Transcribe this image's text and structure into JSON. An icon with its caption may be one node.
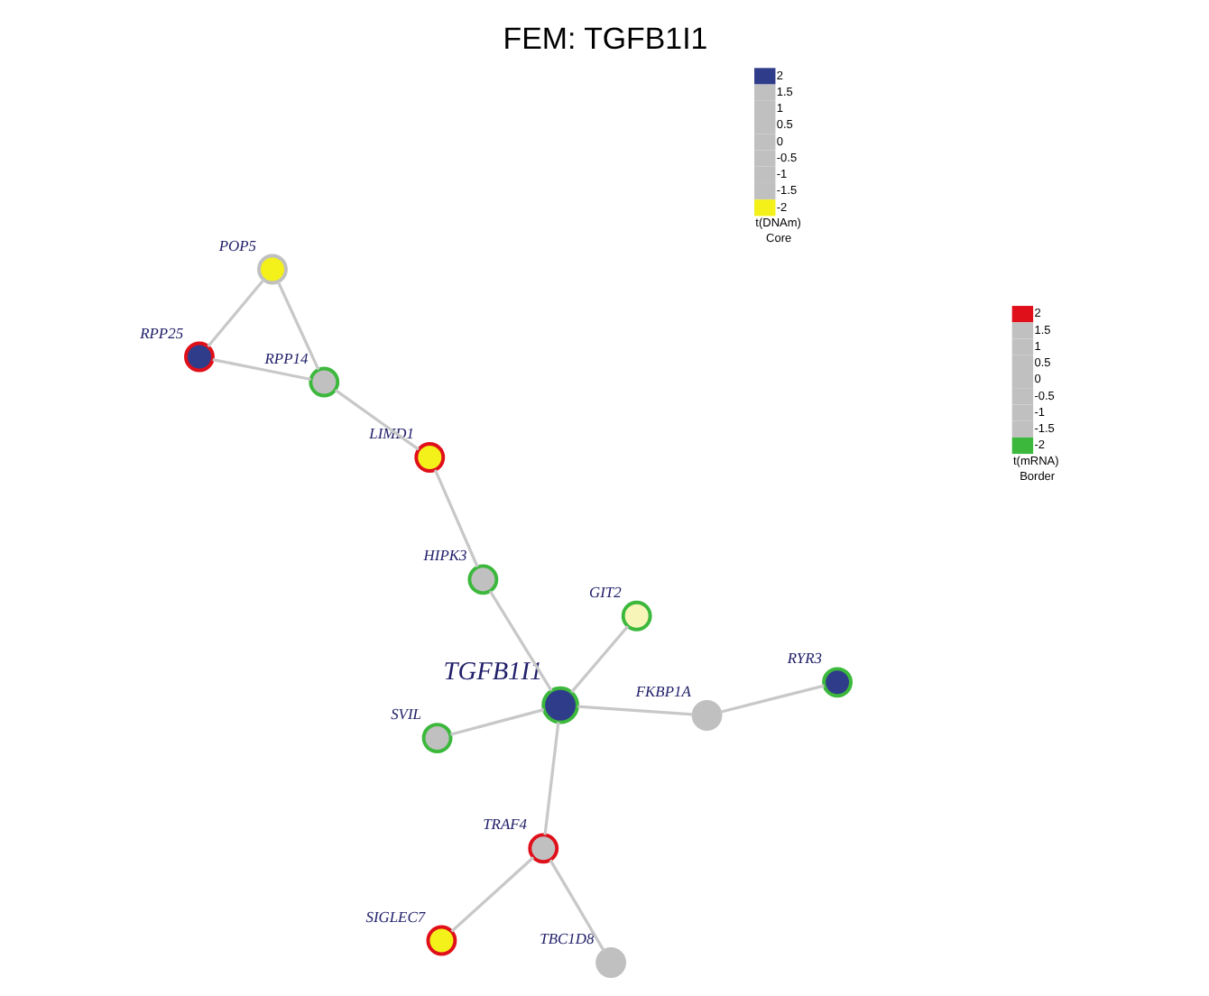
{
  "diagram": {
    "title": "FEM: TGFB1I1",
    "nodes": [
      {
        "text": [],
        "shape": "circle",
        "beside": [
          "RPP25"
        ]
      },
      {
        "text": [],
        "shape": "circle",
        "beside": [
          "POP5"
        ]
      },
      {
        "text": [],
        "shape": "circle",
        "beside": [
          "RPP14"
        ]
      },
      {
        "text": [],
        "shape": "circle",
        "beside": [
          "LIMD1"
        ]
      },
      {
        "text": [],
        "shape": "circle",
        "beside": [
          "HIPK3"
        ]
      },
      {
        "text": [],
        "shape": "circle",
        "beside": [
          "SIGLEC7"
        ]
      },
      {
        "text": [],
        "shape": "circle",
        "beside": [
          "TRAF4"
        ]
      },
      {
        "text": [],
        "shape": "circle",
        "beside": [
          "TBC1D8"
        ]
      },
      {
        "text": [],
        "shape": "circle",
        "beside": [
          "TGFB1I1"
        ]
      },
      {
        "text": [],
        "shape": "circle",
        "beside": [
          "RYR3"
        ]
      },
      {
        "text": [],
        "shape": "circle",
        "beside": [
          "FKBP1A"
        ]
      },
      {
        "text": [],
        "shape": "circle",
        "beside": [
          "SVIL"
        ]
      },
      {
        "text": [],
        "shape": "circle",
        "beside": [
          "GIT2"
        ]
      }
    ],
    "edges": [
      {
        "from": 0,
        "to": 1,
        "arrow": "none"
      },
      {
        "from": 0,
        "to": 2,
        "arrow": "none"
      },
      {
        "from": 2,
        "to": 1,
        "arrow": "none"
      },
      {
        "from": 2,
        "to": 3,
        "arrow": "none"
      },
      {
        "from": 3,
        "to": 4,
        "arrow": "none"
      },
      {
        "from": 4,
        "to": 8,
        "arrow": "none"
      },
      {
        "from": 8,
        "to": 6,
        "arrow": "none"
      },
      {
        "from": 6,
        "to": 5,
        "arrow": "none"
      },
      {
        "from": 6,
        "to": 7,
        "arrow": "none"
      },
      {
        "from": 8,
        "to": 10,
        "arrow": "none"
      },
      {
        "from": 10,
        "to": 9,
        "arrow": "none"
      },
      {
        "from": 8,
        "to": 11,
        "arrow": "none"
      },
      {
        "from": 8,
        "to": 12,
        "arrow": "none"
      }
    ],
    "labels": [
      "2",
      "1.5",
      "1",
      "0.5",
      "0",
      "-0.5",
      "-1",
      "-1.5",
      "-2",
      "t(DNAm)",
      "Core",
      "2",
      "1.5",
      "1",
      "0.5",
      "0",
      "-0.5",
      "-1",
      "-1.5",
      "-2",
      "t(mRNA)",
      "Border"
    ]
  }
}
